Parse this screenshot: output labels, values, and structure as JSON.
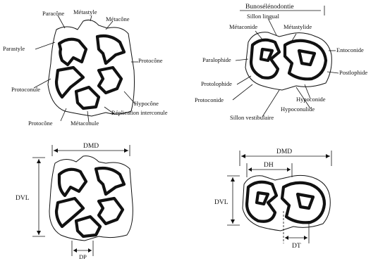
{
  "upper_molar_labels": {
    "paracone": "Paracône",
    "metastyle": "Métastyle",
    "metacone": "Métacône",
    "parastyle": "Parastyle",
    "protoconule": "Protoconule",
    "protocone": "Protocône",
    "hypocone": "Hypocône",
    "replication_interconule": "Réplication interconule",
    "protocone_bottom": "Protocône",
    "metaconule": "Métaconule"
  },
  "lower_molar_labels": {
    "bunoselenodonty": "Bunosélénodontie",
    "sillon_lingual": "Sillon lingual",
    "metaconide": "Métaconide",
    "metastylide": "Métastylide",
    "entoconide": "Entoconide",
    "paralophide": "Paralophide",
    "protolophide": "Protolophide",
    "postlophide": "Postlophide",
    "protoconide": "Protoconide",
    "hypoconide": "Hypoconide",
    "sillon_vestibulaire": "Sillon vestibulaire",
    "hypoconulide": "Hypoconulide"
  },
  "upper_measure_labels": {
    "dmd": "DMD",
    "dvl": "DVL",
    "dp": "DP"
  },
  "lower_measure_labels": {
    "dmd": "DMD",
    "dh": "DH",
    "dvl": "DVL",
    "dt": "DT"
  }
}
